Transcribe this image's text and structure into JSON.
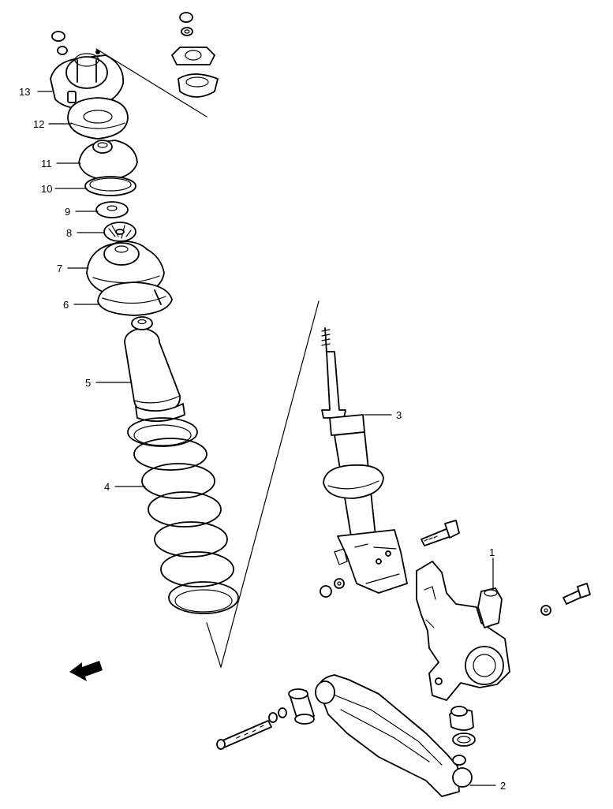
{
  "diagram": {
    "callouts": [
      {
        "id": "1",
        "label": "1"
      },
      {
        "id": "2",
        "label": "2"
      },
      {
        "id": "3",
        "label": "3"
      },
      {
        "id": "4",
        "label": "4"
      },
      {
        "id": "5",
        "label": "5"
      },
      {
        "id": "6",
        "label": "6"
      },
      {
        "id": "7",
        "label": "7"
      },
      {
        "id": "8",
        "label": "8"
      },
      {
        "id": "9",
        "label": "9"
      },
      {
        "id": "10",
        "label": "10"
      },
      {
        "id": "11",
        "label": "11"
      },
      {
        "id": "12",
        "label": "12"
      },
      {
        "id": "13",
        "label": "13"
      }
    ],
    "direction_arrow_icon": "arrow-left-icon"
  }
}
